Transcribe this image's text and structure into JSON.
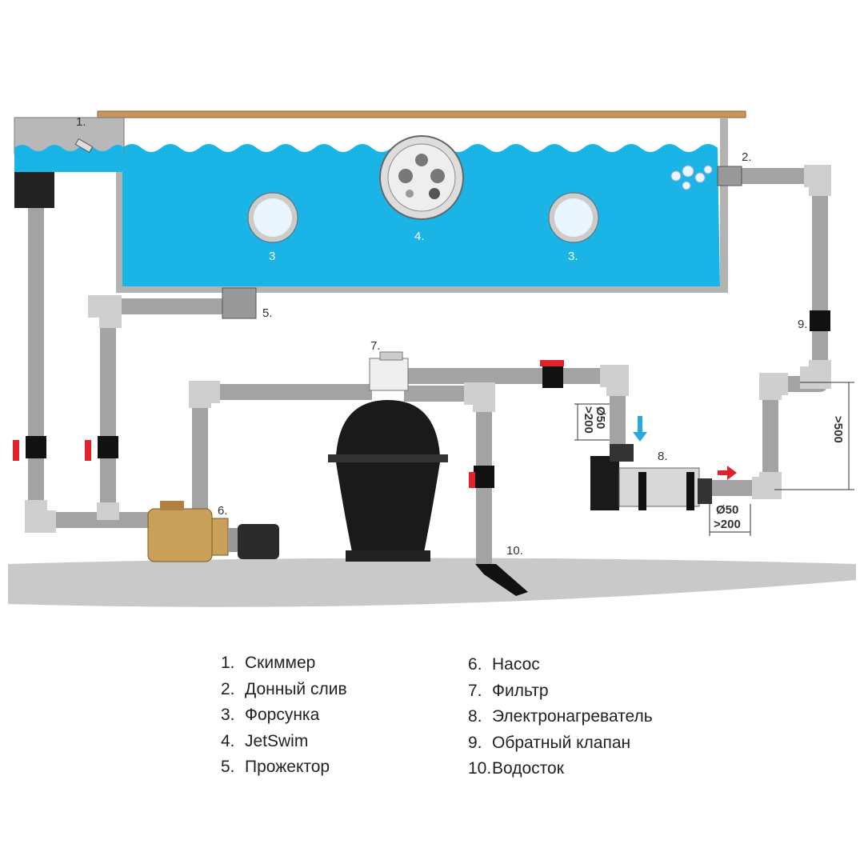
{
  "labels": {
    "skimmer": "1.",
    "bottom_drain": "2.",
    "nozzle_left": "3",
    "nozzle_right": "3.",
    "jetswim": "4.",
    "light": "5.",
    "pump": "6.",
    "filter": "7.",
    "heater": "8.",
    "check_valve": "9.",
    "drain": "10."
  },
  "dimensions": {
    "heater_inlet_diameter": "Ø50",
    "heater_inlet_length": ">200",
    "heater_outlet_diameter": "Ø50",
    "heater_outlet_length": ">200",
    "riser_height": ">500"
  },
  "legend_left": [
    {
      "num": "1.",
      "text": "Скиммер"
    },
    {
      "num": "2.",
      "text": "Донный слив"
    },
    {
      "num": "3.",
      "text": "Форсунка"
    },
    {
      "num": "4.",
      "text": "JetSwim"
    },
    {
      "num": "5.",
      "text": "Прожектор"
    }
  ],
  "legend_right": [
    {
      "num": "6.",
      "text": "Насос"
    },
    {
      "num": "7.",
      "text": "Фильтр"
    },
    {
      "num": "8.",
      "text": "Электронагреватель"
    },
    {
      "num": "9.",
      "text": "Обратный клапан"
    },
    {
      "num": "10.",
      "text": "Водосток"
    }
  ],
  "colors": {
    "water": "#1ab4e6",
    "pipe": "#a3a3a3",
    "valve": "#e0232b",
    "deck": "#c8955a",
    "flow_cold": "#29a9e1",
    "flow_hot": "#e0232b"
  }
}
